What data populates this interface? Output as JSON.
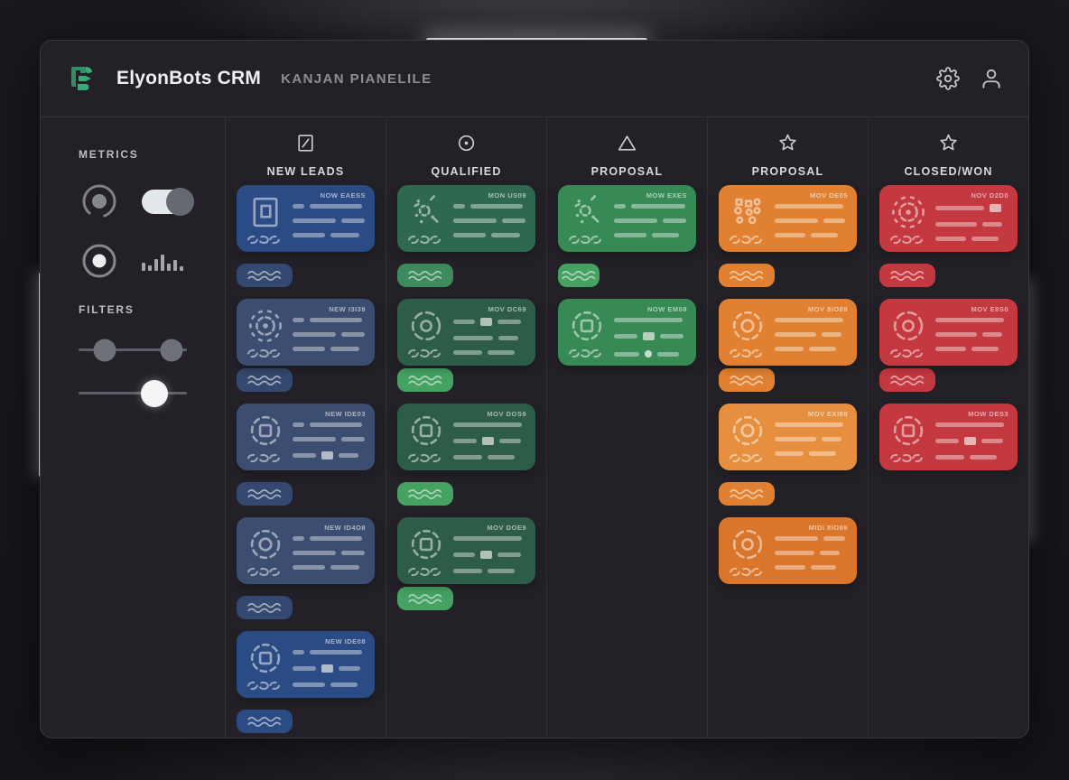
{
  "header": {
    "title": "ElyonBots CRM",
    "subtitle": "KANJAN PIANELILE",
    "logo_colors": [
      "#3BA878",
      "#2E8F66"
    ],
    "icons": [
      "settings-gear",
      "user-profile"
    ]
  },
  "sidebar": {
    "metrics_label": "METRICS",
    "filters_label": "FILTERS",
    "toggle_state": "on",
    "bars": [
      9,
      6,
      13,
      18,
      8,
      12,
      5
    ],
    "sliders": [
      {
        "type": "range",
        "knobs": [
          24,
          86
        ],
        "knob_color": "gray"
      },
      {
        "type": "single",
        "knobs": [
          70
        ],
        "knob_color": "white"
      }
    ]
  },
  "palette": {
    "blue-bright": "#2B4B84",
    "blue-muted": "#3B4D70",
    "blue-pill": "#33496F",
    "green-deep": "#2E684E",
    "green-muted": "#2D5C49",
    "green-mid": "#3E8A5C",
    "green-bright": "#45A263",
    "green-flat": "#388A55",
    "orange": "#E08030",
    "orange-light": "#E68F3E",
    "orange-deep": "#DA752C",
    "red": "#C4383F"
  },
  "board": {
    "columns": [
      {
        "id": "new-leads",
        "label": "NEW LEADS",
        "icon": "sym-col-box",
        "items": [
          {
            "type": "card",
            "color": "blue-bright",
            "badge": "NOW EAESS",
            "icon": "nested-square",
            "rows": [
              [
                13,
                58
              ],
              [
                48,
                26
              ],
              [
                36,
                32
              ]
            ]
          },
          {
            "type": "pill",
            "color": "blue-pill",
            "attached": false
          },
          {
            "type": "card",
            "color": "blue-muted",
            "badge": "NEW I3I39",
            "icon": "gear-burst",
            "rows": [
              [
                13,
                58
              ],
              [
                48,
                26
              ],
              [
                36,
                32
              ]
            ]
          },
          {
            "type": "pill",
            "color": "blue-pill",
            "attached": true
          },
          {
            "type": "card",
            "color": "blue-muted",
            "badge": "NEW IDE03",
            "icon": "gear-square",
            "rows": [
              [
                13,
                58
              ],
              [
                48,
                26
              ],
              [
                26,
                -1,
                22
              ]
            ]
          },
          {
            "type": "pill",
            "color": "blue-pill",
            "attached": false
          },
          {
            "type": "card",
            "color": "blue-muted",
            "badge": "NEW ID4O8",
            "icon": "gear-round",
            "rows": [
              [
                13,
                58
              ],
              [
                48,
                26
              ],
              [
                36,
                32
              ]
            ]
          },
          {
            "type": "pill",
            "color": "blue-pill",
            "attached": false
          },
          {
            "type": "card",
            "color": "blue-bright",
            "badge": "NEW IDE08",
            "icon": "gear-square",
            "rows": [
              [
                13,
                58
              ],
              [
                26,
                -1,
                24
              ],
              [
                36,
                30
              ]
            ]
          },
          {
            "type": "pill",
            "color": "blue-bright",
            "attached": false
          }
        ]
      },
      {
        "id": "qualified",
        "label": "QUALIFIED",
        "icon": "sym-col-target",
        "items": [
          {
            "type": "card",
            "color": "green-deep",
            "badge": "MON US09",
            "icon": "sparkle",
            "rows": [
              [
                13,
                58
              ],
              [
                48,
                26
              ],
              [
                36,
                32
              ]
            ]
          },
          {
            "type": "pill",
            "color": "green-mid",
            "attached": false
          },
          {
            "type": "card",
            "color": "green-muted",
            "badge": "MOV DC69",
            "icon": "gear-ring",
            "rows": [
              [
                24,
                -1,
                26
              ],
              [
                44,
                22
              ],
              [
                32,
                30
              ]
            ]
          },
          {
            "type": "pill",
            "color": "green-bright",
            "attached": true
          },
          {
            "type": "card",
            "color": "green-muted",
            "badge": "MOV DOS9",
            "icon": "gear-square",
            "rows": [
              [
                76
              ],
              [
                26,
                -1,
                24
              ],
              [
                32,
                30
              ]
            ]
          },
          {
            "type": "pill",
            "color": "green-bright",
            "attached": false
          },
          {
            "type": "card",
            "color": "green-muted",
            "badge": "MOV DOE9",
            "icon": "gear-square",
            "rows": [
              [
                76
              ],
              [
                24,
                -1,
                26
              ],
              [
                32,
                30
              ]
            ]
          },
          {
            "type": "pill",
            "color": "green-bright",
            "attached": true
          }
        ]
      },
      {
        "id": "proposal-1",
        "label": "PROPOSAL",
        "icon": "sym-col-triangle",
        "items": [
          {
            "type": "card",
            "color": "green-flat",
            "badge": "MOW EXES",
            "icon": "sparkle",
            "rows": [
              [
                13,
                60
              ],
              [
                48,
                26
              ],
              [
                36,
                30
              ]
            ]
          },
          {
            "type": "pill",
            "color": "green-bright",
            "attached": false,
            "w": 46
          },
          {
            "type": "card",
            "color": "green-flat",
            "badge": "NOW EM08",
            "icon": "gear-square",
            "rows": [
              [
                76
              ],
              [
                26,
                -1,
                26
              ],
              [
                28,
                -2,
                24
              ]
            ]
          }
        ]
      },
      {
        "id": "proposal-2",
        "label": "PROPOSAL",
        "icon": "sym-col-star",
        "items": [
          {
            "type": "card",
            "color": "orange",
            "badge": "MOV DE05",
            "icon": "dots-grid",
            "rows": [
              [
                76
              ],
              [
                48,
                24
              ],
              [
                34,
                30
              ]
            ]
          },
          {
            "type": "pill",
            "color": "orange",
            "attached": false
          },
          {
            "type": "card",
            "color": "orange",
            "badge": "MOV 8IO88",
            "icon": "gear-round",
            "rows": [
              [
                76
              ],
              [
                46,
                22
              ],
              [
                32,
                30
              ]
            ]
          },
          {
            "type": "pill",
            "color": "orange",
            "attached": true
          },
          {
            "type": "card",
            "color": "orange-light",
            "badge": "MOV EXI89",
            "icon": "gear-round",
            "rows": [
              [
                76
              ],
              [
                46,
                22
              ],
              [
                32,
                30
              ]
            ]
          },
          {
            "type": "pill",
            "color": "orange",
            "attached": false
          },
          {
            "type": "card",
            "color": "orange-deep",
            "badge": "MIDI 8IO89",
            "icon": "gear-ring",
            "rows": [
              [
                48,
                24
              ],
              [
                44,
                22
              ],
              [
                34,
                28
              ]
            ]
          }
        ]
      },
      {
        "id": "closed-won",
        "label": "CLOSED/WON",
        "icon": "sym-col-star",
        "items": [
          {
            "type": "card",
            "color": "red",
            "badge": "NOV D2D0",
            "icon": "gear-burst",
            "rows": [
              [
                54,
                -1
              ],
              [
                46,
                22
              ],
              [
                34,
                30
              ]
            ]
          },
          {
            "type": "pill",
            "color": "red",
            "attached": false
          },
          {
            "type": "card",
            "color": "red",
            "badge": "MOV E8S0",
            "icon": "gear-ring",
            "rows": [
              [
                76
              ],
              [
                46,
                22
              ],
              [
                34,
                30
              ]
            ]
          },
          {
            "type": "pill",
            "color": "red",
            "attached": true
          },
          {
            "type": "card",
            "color": "red",
            "badge": "MOW DES3",
            "icon": "gear-square",
            "rows": [
              [
                76
              ],
              [
                26,
                -1,
                24
              ],
              [
                32,
                30
              ]
            ]
          }
        ]
      }
    ]
  }
}
